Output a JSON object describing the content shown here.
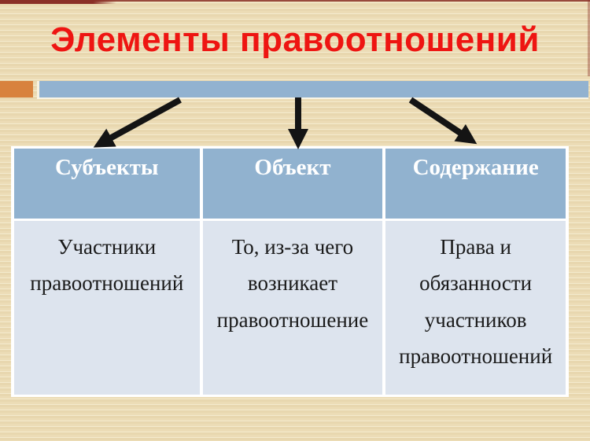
{
  "title": "Элементы правоотношений",
  "colors": {
    "title_red": "#ee1512",
    "top_line": "#8a2f27",
    "bar_orange": "#d8823e",
    "bar_blue": "#92b2d0",
    "header_bg": "#91b2cf",
    "header_text": "#ffffff",
    "body_bg": "#dde4ee",
    "body_text": "#1a1a1a",
    "arrow": "#141414",
    "bg_base": "#ecdcb6",
    "bg_stripe_light": "#f4ebce",
    "bg_stripe_dark": "#e8d7af",
    "table_gap": "#ffffff"
  },
  "icons": {
    "arrow_left": "arrow-down-left-icon",
    "arrow_middle": "arrow-down-icon",
    "arrow_right": "arrow-down-right-icon"
  },
  "table": {
    "headers": [
      "Субъекты",
      "Объект",
      "Содержание"
    ],
    "rows": [
      [
        "Участники правоотношений",
        "То, из-за чего возникает правоотношение",
        "Права и обязанности участников правоотношений"
      ]
    ]
  }
}
